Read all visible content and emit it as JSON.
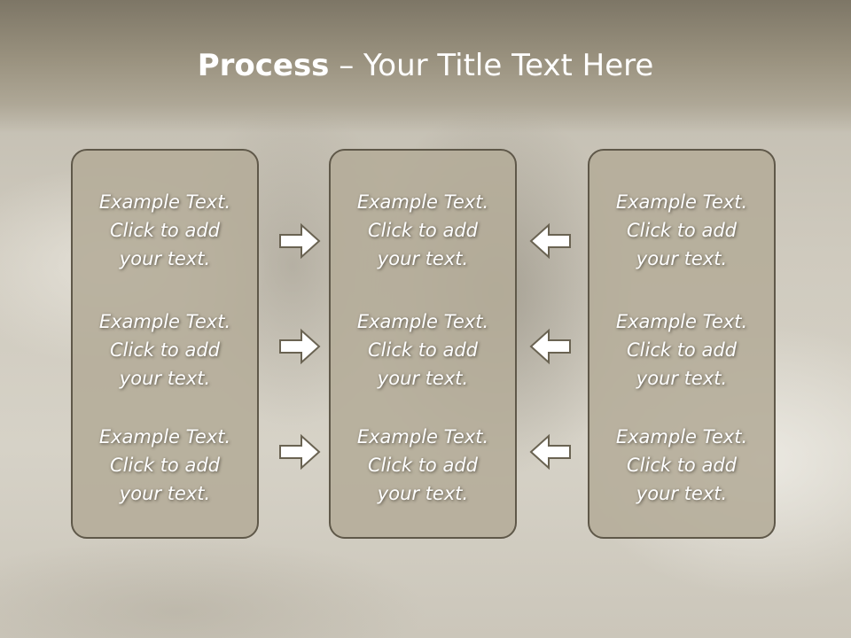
{
  "slide": {
    "title_bold": "Process",
    "title_rest": " – Your Title Text Here"
  },
  "panels": [
    {
      "items": [
        {
          "line1": "Example Text.",
          "line2": "Click  to add",
          "line3": "your text."
        },
        {
          "line1": "Example Text.",
          "line2": "Click  to add",
          "line3": "your text."
        },
        {
          "line1": "Example Text.",
          "line2": "Click  to add",
          "line3": "your text."
        }
      ]
    },
    {
      "items": [
        {
          "line1": "Example Text.",
          "line2": "Click  to add",
          "line3": "your text."
        },
        {
          "line1": "Example Text.",
          "line2": "Click  to add",
          "line3": "your text."
        },
        {
          "line1": "Example Text.",
          "line2": "Click  to add",
          "line3": "your text."
        }
      ]
    },
    {
      "items": [
        {
          "line1": "Example Text.",
          "line2": "Click  to add",
          "line3": "your text."
        },
        {
          "line1": "Example Text.",
          "line2": "Click  to add",
          "line3": "your text."
        },
        {
          "line1": "Example Text.",
          "line2": "Click  to add",
          "line3": "your text."
        }
      ]
    }
  ],
  "arrows": {
    "left_column": "arrow-right-icon",
    "right_column": "arrow-left-icon"
  },
  "colors": {
    "title_band": "#8f8874",
    "panel_fill": "#b4ac98",
    "panel_border": "#5f5849",
    "text": "#ffffff"
  }
}
